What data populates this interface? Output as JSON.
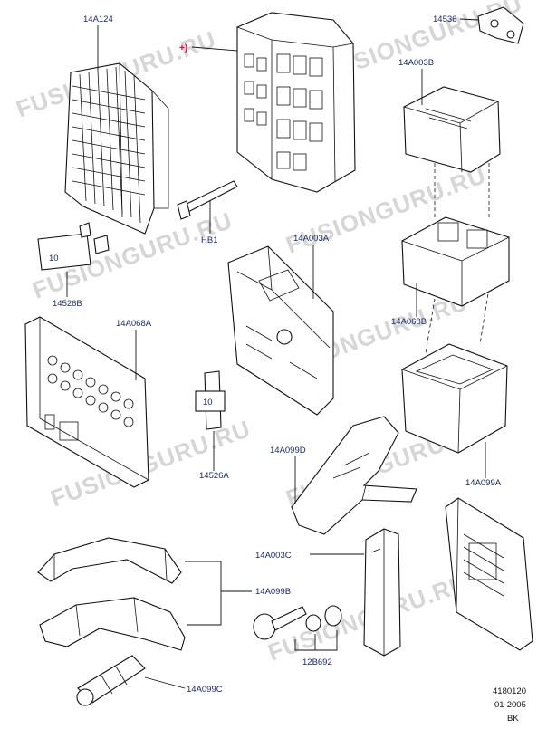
{
  "watermark": "FUSIONGURU.RU",
  "callouts": {
    "asterisk": "+)",
    "p14A124": "14A124",
    "p14536": "14536",
    "p14A003B": "14A003B",
    "pHB1": "HB1",
    "p14526B": "14526B",
    "p14A003A": "14A003A",
    "p14A068B": "14A068B",
    "p14A068A": "14A068A",
    "p14526A": "14526A",
    "p14A099D": "14A099D",
    "p14A099A": "14A099A",
    "p14A003C": "14A003C",
    "p14A099B": "14A099B",
    "p12B692": "12B692",
    "p14A099C": "14A099C"
  },
  "info_block": {
    "number": "4180120",
    "date": "01-2005",
    "code": "BK"
  }
}
